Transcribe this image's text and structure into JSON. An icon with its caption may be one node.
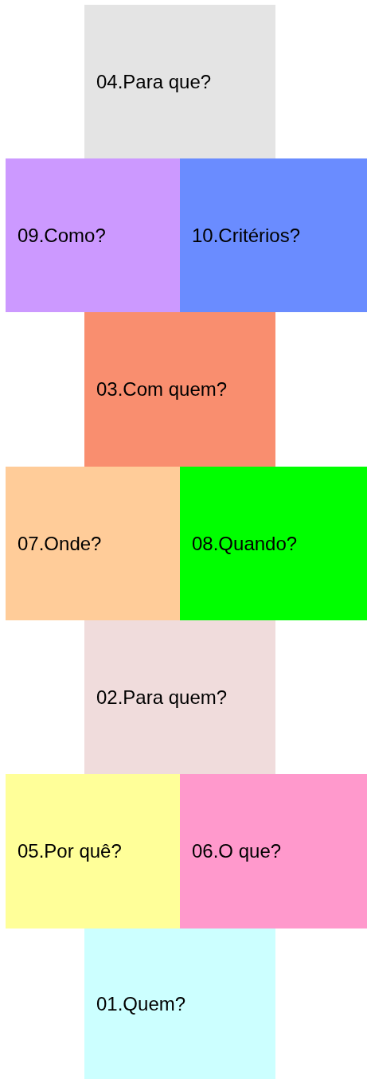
{
  "diagram": {
    "nodes": [
      {
        "text": [
          "04.Para que?"
        ]
      },
      {
        "text": [
          "09.Como?"
        ]
      },
      {
        "text": [
          "10.Critérios?"
        ]
      },
      {
        "text": [
          "03.Com quem?"
        ]
      },
      {
        "text": [
          "07.Onde?"
        ]
      },
      {
        "text": [
          "08.Quando?"
        ]
      },
      {
        "text": [
          "02.Para quem?"
        ]
      },
      {
        "text": [
          "05.Por quê?"
        ]
      },
      {
        "text": [
          "06.O que?"
        ]
      },
      {
        "text": [
          "01.Quem?"
        ]
      }
    ]
  }
}
